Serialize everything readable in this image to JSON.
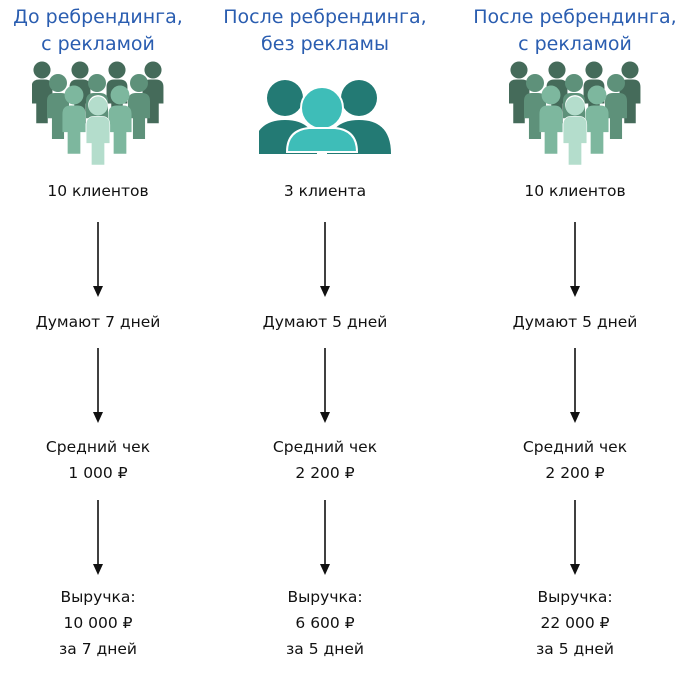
{
  "colors": {
    "title": "#2a5db0",
    "crowd": [
      "#456b5a",
      "#5e917a",
      "#7db79e",
      "#b4ddcc"
    ],
    "group_back": "#237a74",
    "group_front": "#3ebdb8"
  },
  "columns": [
    {
      "title": [
        "До ребрендинга,",
        "с рекламой"
      ],
      "icon": "crowd-icon",
      "clients": "10 клиентов",
      "think": "Думают 7 дней",
      "check_label": "Средний чек",
      "check_value": "1 000 ₽",
      "revenue_label": "Выручка:",
      "revenue_value": "10 000 ₽",
      "revenue_period": "за 7 дней"
    },
    {
      "title": [
        "После ребрендинга,",
        "без рекламы"
      ],
      "icon": "group-icon",
      "clients": "3 клиента",
      "think": "Думают 5 дней",
      "check_label": "Средний чек",
      "check_value": "2 200 ₽",
      "revenue_label": "Выручка:",
      "revenue_value": "6 600 ₽",
      "revenue_period": "за 5 дней"
    },
    {
      "title": [
        "После ребрендинга,",
        "с рекламой"
      ],
      "icon": "crowd-icon",
      "clients": "10 клиентов",
      "think": "Думают 5 дней",
      "check_label": "Средний чек",
      "check_value": "2 200 ₽",
      "revenue_label": "Выручка:",
      "revenue_value": "22 000 ₽",
      "revenue_period": "за 5 дней"
    }
  ]
}
